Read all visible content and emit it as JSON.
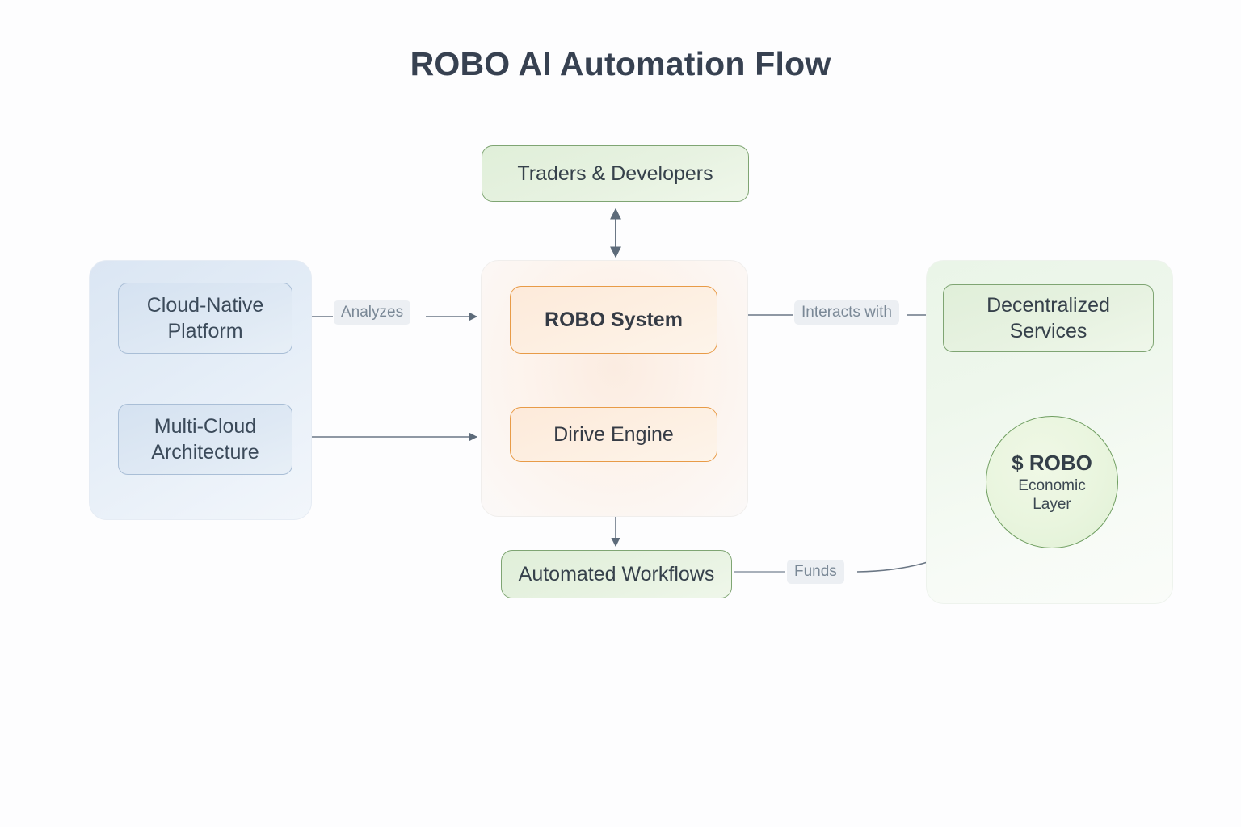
{
  "page": {
    "title": "ROBO AI Automation Flow",
    "background_color": "#fdfdfe",
    "title_color": "#374151"
  },
  "groups": [
    {
      "id": "infrastructure",
      "name": "blue-group",
      "accent": "#a9bed6"
    },
    {
      "id": "core",
      "name": "orange-group",
      "accent": "#e89b47"
    },
    {
      "id": "ecosystem",
      "name": "green-group",
      "accent": "#7fa573"
    }
  ],
  "nodes": {
    "cloud_native": {
      "label": "Cloud-Native Platform",
      "color": "#d5e2f1"
    },
    "multi_cloud": {
      "label": "Multi-Cloud Architecture",
      "color": "#d5e2f1"
    },
    "traders": {
      "label": "Traders & Developers",
      "color": "#e0efd9"
    },
    "robo_system": {
      "label": "ROBO System",
      "color": "#fdeada"
    },
    "drive_engine": {
      "label": "Dirive Engine",
      "color": "#fdeada"
    },
    "workflows": {
      "label": "Automated Workflows",
      "color": "#e0efd9"
    },
    "decentralized": {
      "label": "Decentralized Services",
      "color": "#e0efd9"
    },
    "token": {
      "symbol": "$ ROBO",
      "sublabel": "Economic Layer",
      "color": "#e9f5de"
    }
  },
  "edge_labels": {
    "analyzes": "Analyzes",
    "interacts_with": "Interacts with",
    "funds": "Funds"
  },
  "edges": [
    {
      "from": "cloud_native",
      "to": "robo_system",
      "label": "Analyzes",
      "style": "arrow"
    },
    {
      "from": "cloud_native",
      "to": "multi_cloud",
      "label": "",
      "style": "arrow"
    },
    {
      "from": "multi_cloud",
      "to": "drive_engine",
      "label": "",
      "style": "arrow"
    },
    {
      "from": "traders",
      "to": "robo_system",
      "label": "",
      "style": "bidirectional"
    },
    {
      "from": "robo_system",
      "to": "drive_engine",
      "label": "",
      "style": "arrow"
    },
    {
      "from": "drive_engine",
      "to": "workflows",
      "label": "",
      "style": "arrow"
    },
    {
      "from": "robo_system",
      "to": "decentralized",
      "label": "Interacts with",
      "style": "arrow"
    },
    {
      "from": "decentralized",
      "to": "token",
      "label": "",
      "style": "bidirectional"
    },
    {
      "from": "decentralized",
      "to": "token",
      "label": "",
      "style": "curve"
    },
    {
      "from": "workflows",
      "to": "token",
      "label": "Funds",
      "style": "curve-arrow"
    }
  ]
}
